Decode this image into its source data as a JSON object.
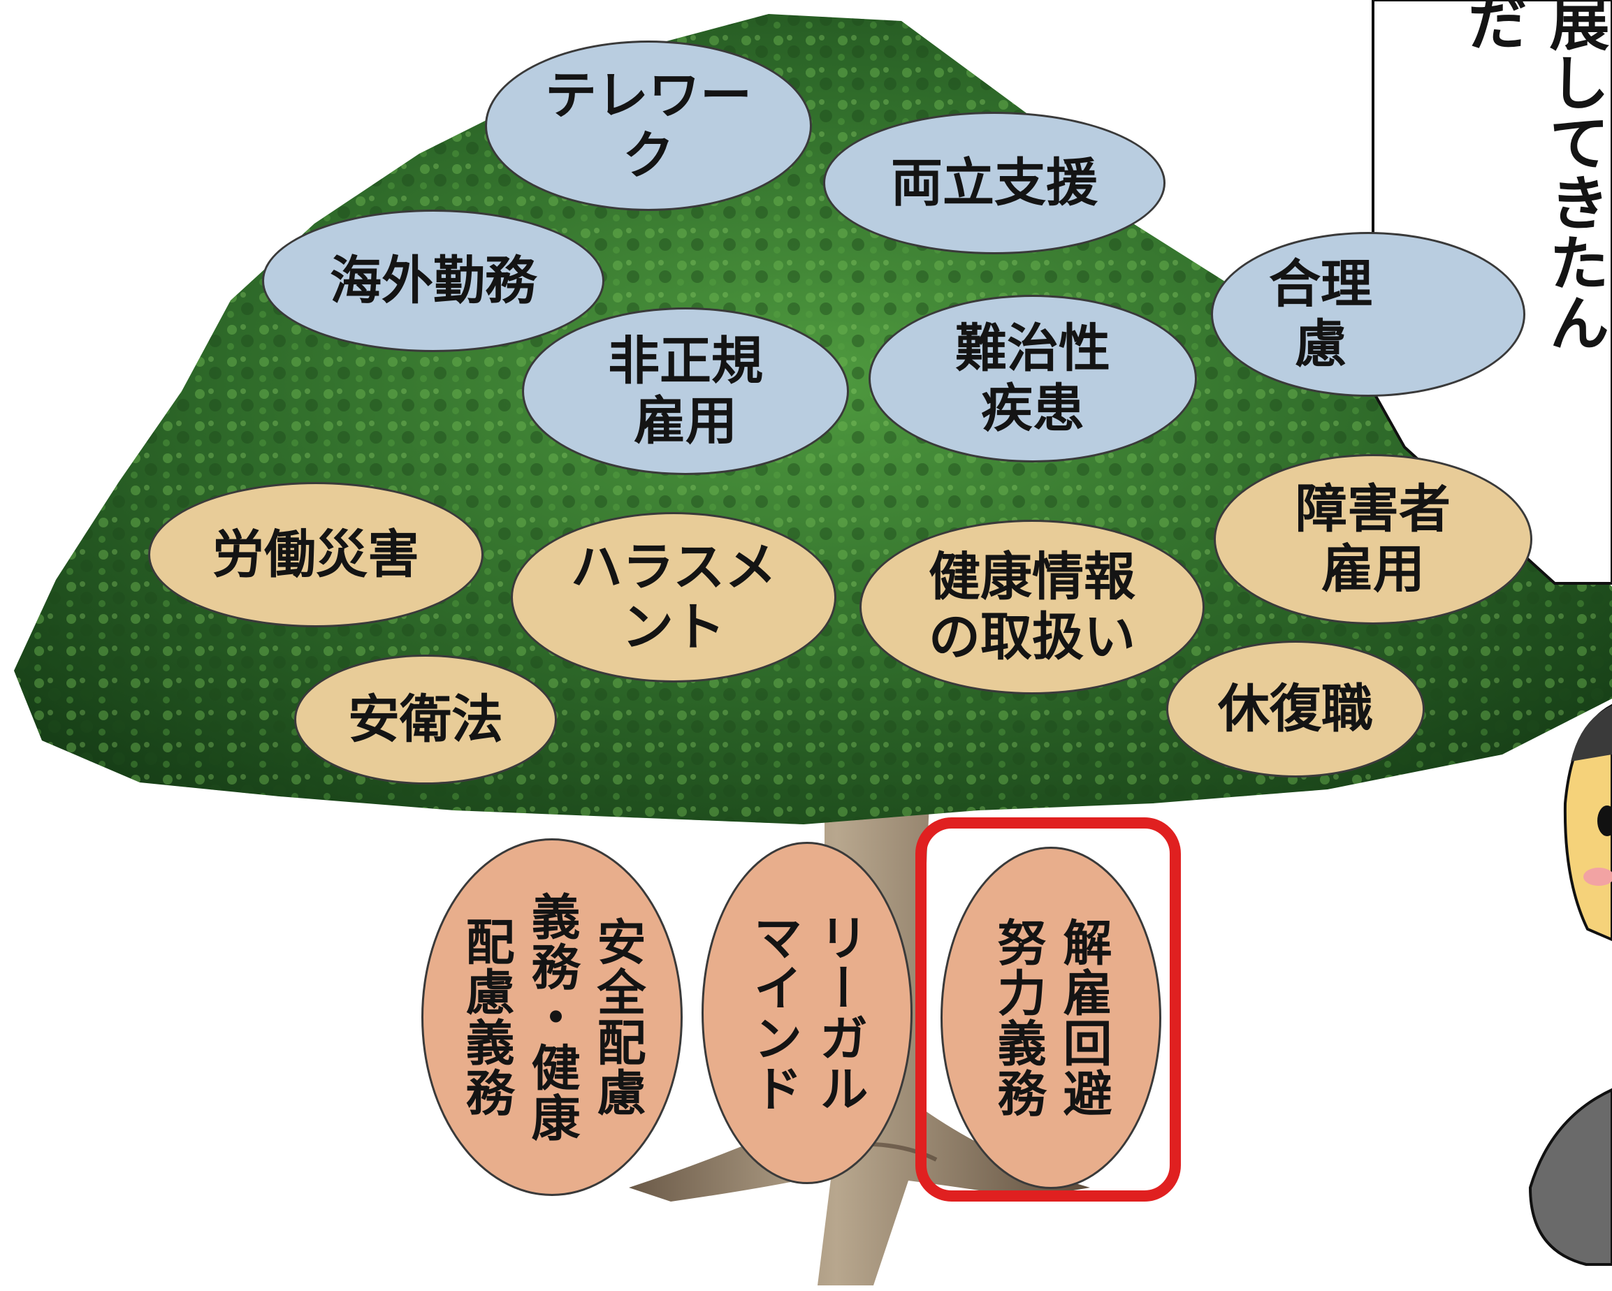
{
  "canopy_upper": [
    {
      "id": "telework",
      "label": "テレワー\nク"
    },
    {
      "id": "ryoritsu",
      "label": "両立支援"
    },
    {
      "id": "kaigai",
      "label": "海外勤務"
    },
    {
      "id": "hiseiki",
      "label": "非正規\n雇用"
    },
    {
      "id": "nanjisei",
      "label": "難治性\n疾患"
    },
    {
      "id": "gouri",
      "label": "合理\n慮"
    }
  ],
  "canopy_lower": [
    {
      "id": "rodo",
      "label": "労働災害"
    },
    {
      "id": "harassment",
      "label": "ハラスメ\nント"
    },
    {
      "id": "kenko",
      "label": "健康情報\nの取扱い"
    },
    {
      "id": "shogai",
      "label": "障害者\n雇用"
    },
    {
      "id": "anei",
      "label": "安衛法"
    },
    {
      "id": "kyufuku",
      "label": "休復職"
    }
  ],
  "roots": [
    {
      "id": "anzen",
      "label": "安全配慮\n義務・健康\n配慮義務"
    },
    {
      "id": "legal",
      "label": "リーガル\nマインド"
    },
    {
      "id": "kaiko",
      "label": "解雇回避\n努力義務"
    }
  ],
  "speech_bubble": {
    "text": "り合ったりして\n展してきたんだ"
  },
  "colors": {
    "upper_ovals": "#b9cde0",
    "lower_ovals": "#e8cc98",
    "root_ovals": "#e8ae8c",
    "highlight": "#e02020",
    "foliage": "#2f6b2a"
  }
}
